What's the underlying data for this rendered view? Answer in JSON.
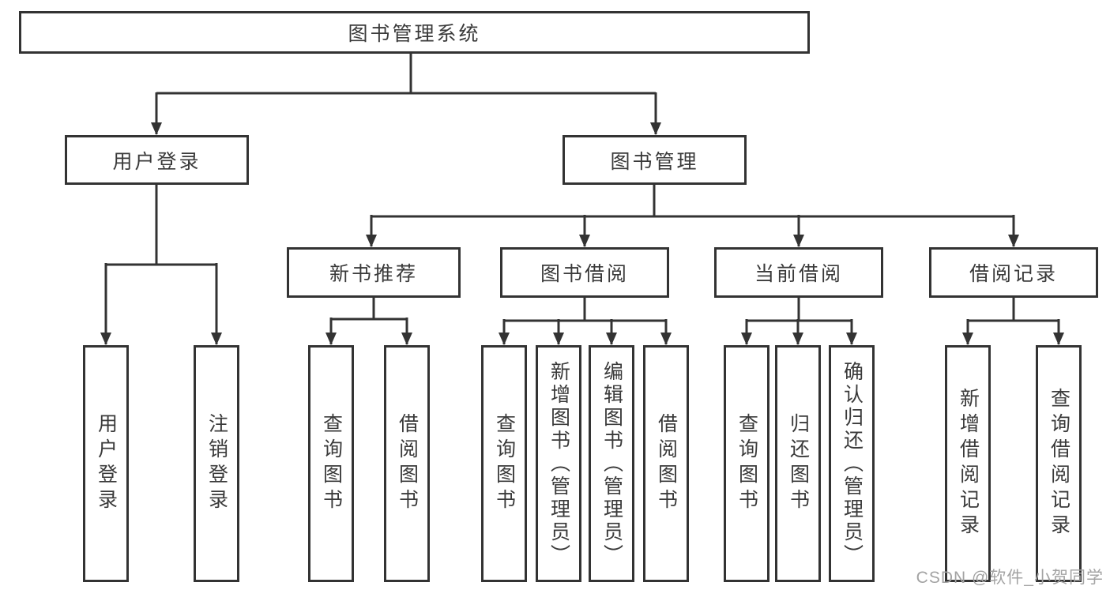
{
  "colors": {
    "line": "#333333",
    "box_border": "#333333",
    "text": "#3a3a3a",
    "watermark": "#a3a3a3",
    "background": "#ffffff"
  },
  "tree": {
    "root": "图书管理系统",
    "children": [
      {
        "label": "用户登录",
        "leaves": [
          "用户登录",
          "注销登录"
        ]
      },
      {
        "label": "图书管理",
        "children": [
          {
            "label": "新书推荐",
            "leaves": [
              "查询图书",
              "借阅图书"
            ]
          },
          {
            "label": "图书借阅",
            "leaves": [
              "查询图书",
              "新增图书（管理员）",
              "编辑图书（管理员）",
              "借阅图书"
            ]
          },
          {
            "label": "当前借阅",
            "leaves": [
              "查询图书",
              "归还图书",
              "确认归还（管理员）"
            ]
          },
          {
            "label": "借阅记录",
            "leaves": [
              "新增借阅记录",
              "查询借阅记录"
            ]
          }
        ]
      }
    ]
  },
  "watermark": "CSDN @软件_小贺同学"
}
